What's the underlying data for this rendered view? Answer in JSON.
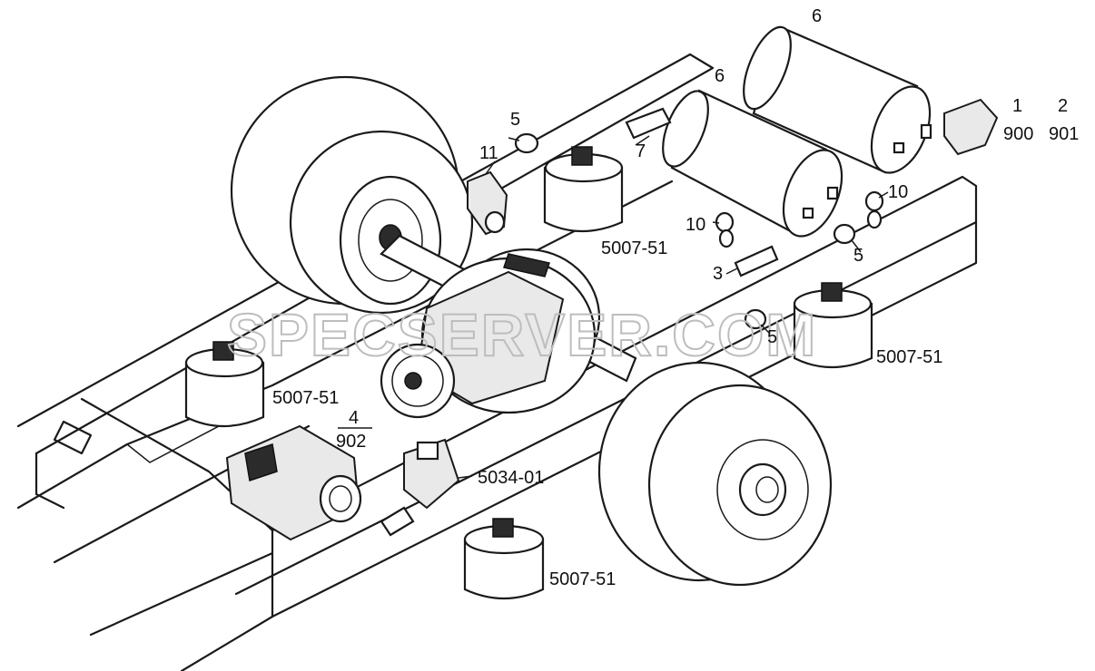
{
  "watermark": "SPECSERVER.COM",
  "callouts": {
    "c1": "1",
    "c2": "2",
    "c3": "3",
    "c4": "4",
    "c5a": "5",
    "c5b": "5",
    "c5c": "5",
    "c6a": "6",
    "c6b": "6",
    "c7": "7",
    "c10a": "10",
    "c10b": "10",
    "c11": "11",
    "c900": "900",
    "c901": "901",
    "c902": "902",
    "bag1": "5007-51",
    "bag2": "5007-51",
    "bag3": "5007-51",
    "bag4": "5007-51",
    "valve": "5034-01"
  }
}
